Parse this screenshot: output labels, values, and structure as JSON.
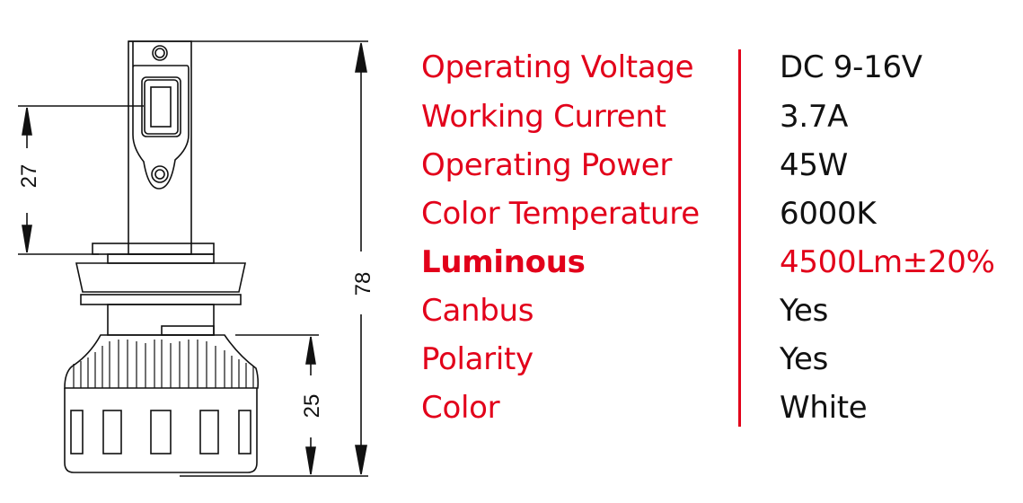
{
  "specs": [
    {
      "label": "Operating Voltage",
      "value": "DC 9-16V"
    },
    {
      "label": "Working Current",
      "value": "3.7A"
    },
    {
      "label": "Operating Power",
      "value": "45W"
    },
    {
      "label": "Color Temperature",
      "value": "6000K"
    },
    {
      "label": "Luminous",
      "value": "4500Lm±20%"
    },
    {
      "label": "Canbus",
      "value": "Yes"
    },
    {
      "label": "Polarity",
      "value": "Yes"
    },
    {
      "label": "Color",
      "value": "White"
    }
  ],
  "dimensions": {
    "total": "78",
    "board": "27",
    "heatsink": "25"
  },
  "colors": {
    "accent": "#e2001a",
    "text": "#111111"
  }
}
